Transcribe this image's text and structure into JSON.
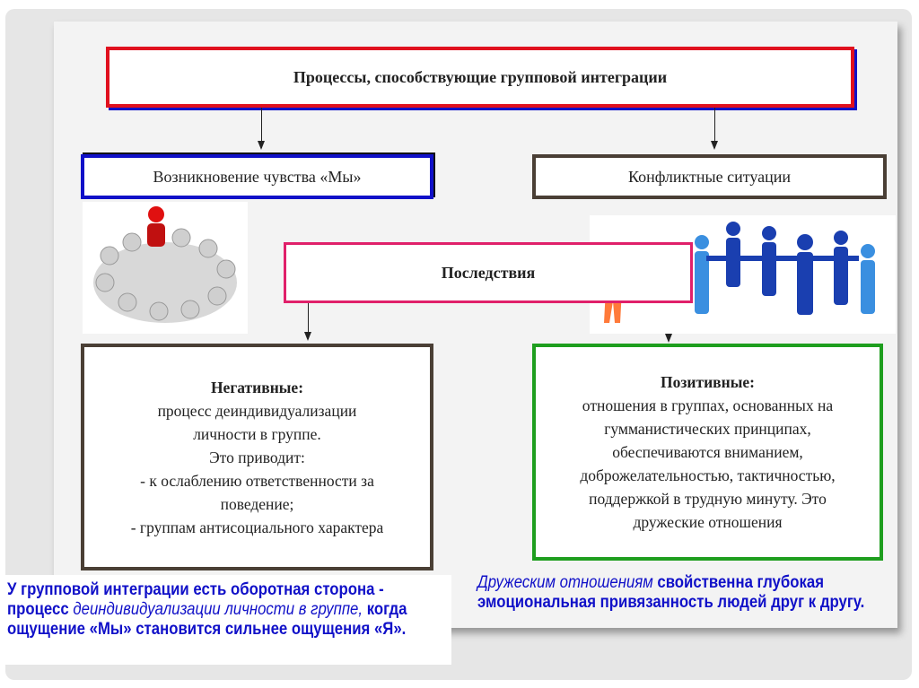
{
  "title": "Процессы, способствующие групповой интеграции",
  "left_branch": "Возникновение чувства «Мы»",
  "right_branch": "Конфликтные ситуации",
  "consequences": "Последствия",
  "negative": {
    "heading": "Негативные:",
    "lines": [
      "процесс деиндивидуализации",
      "личности в группе.",
      "Это приводит:",
      "- к ослаблению ответственности за",
      "поведение;",
      "- группам антисоциального характера"
    ]
  },
  "positive": {
    "heading": "Позитивные:",
    "lines": [
      "отношения в группах, основанных на",
      "гумманистических принципах,",
      "обеспечиваются вниманием,",
      "доброжелательностью, тактичностью,",
      "поддержкой в трудную минуту. Это",
      "дружеские отношения"
    ]
  },
  "note_left": {
    "part1": "У групповой интеграции есть оборотная сторона - процесс ",
    "italic": "деиндивидуализации личности в группе,",
    "part2": " когда ощущение «Мы» становится сильнее ощущения «Я»."
  },
  "note_right": {
    "italic": "Дружеским отношениям",
    "bold": " свойственна глубокая эмоциональная привязанность людей друг к другу."
  },
  "colors": {
    "red": "#e0101e",
    "blue": "#1010c8",
    "pink": "#e0206a",
    "green": "#1e9e1e",
    "brown": "#4a3f35"
  }
}
